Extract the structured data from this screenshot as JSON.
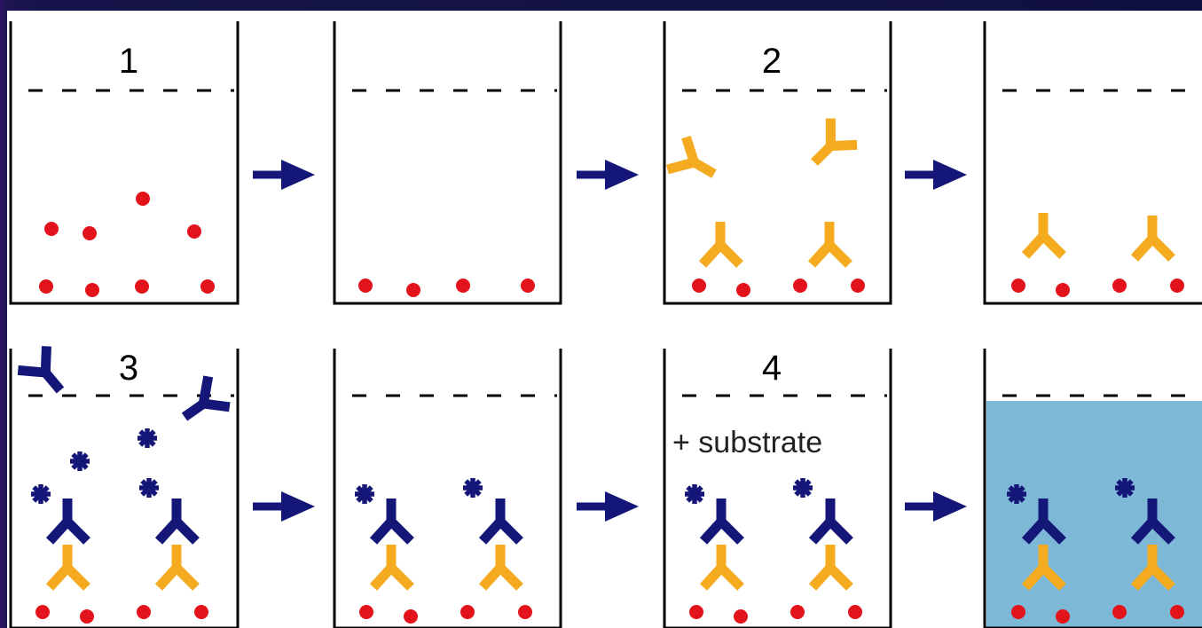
{
  "steps": [
    {
      "number": "1"
    },
    {
      "number": "2"
    },
    {
      "number": "3"
    },
    {
      "number": "4",
      "reagent_label": "+ substrate"
    }
  ],
  "colors": {
    "antigen": "#e3131b",
    "capture_antibody": "#f4ab1f",
    "detection_antibody": "#141778",
    "arrow": "#141778",
    "colored_product": "#7db9d6",
    "frame": "#101040"
  },
  "icons": {
    "antigen": "red-dot",
    "capture_antibody": "y-shaped-antibody",
    "enzyme_label": "asterisk",
    "transition": "right-arrow",
    "fill_line": "dashed-line"
  }
}
